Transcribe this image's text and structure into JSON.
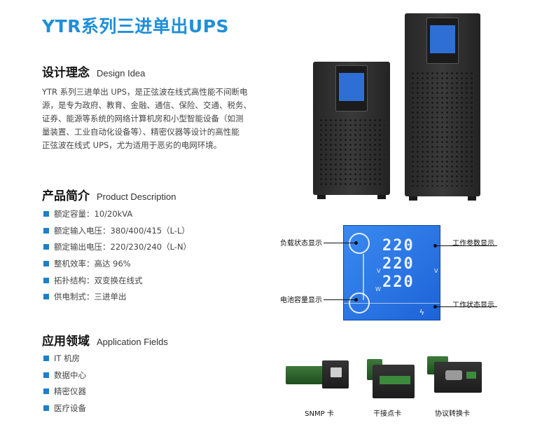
{
  "title": "YTR系列三进单出UPS",
  "design": {
    "heading_zh": "设计理念",
    "heading_en": "Design Idea",
    "lines": [
      "YTR 系列三进单出 UPS，是正弦波在线式高性能不间断电",
      "源，是专为政府、教育、金融、通信、保险、交通、税务、",
      "证券、能源等系统的网络计算机房和小型智能设备（如测",
      "量装置、工业自动化设备等）、精密仪器等设计的高性能",
      "正弦波在线式 UPS，尤为适用于恶劣的电网环境。"
    ]
  },
  "product": {
    "heading_zh": "产品简介",
    "heading_en": "Product Description",
    "items": [
      "额定容量：10/20kVA",
      "额定输入电压：380/400/415（L-L）",
      "额定输出电压：220/230/240（L-N）",
      "整机效率：高达 96%",
      "拓扑结构：双变换在线式",
      "供电制式：三进单出"
    ]
  },
  "application": {
    "heading_zh": "应用领域",
    "heading_en": "Application Fields",
    "items": [
      "IT 机房",
      "数据中心",
      "精密仪器",
      "医疗设备"
    ]
  },
  "lcd": {
    "digits": [
      "220",
      "220",
      "220"
    ],
    "units": [
      "V",
      "V",
      "W"
    ],
    "callouts": {
      "load": "负载状态显示",
      "battery": "电池容量显示",
      "params": "工作参数显示",
      "status": "工作状态显示"
    }
  },
  "cards": [
    {
      "label": "SNMP 卡"
    },
    {
      "label": "干接点卡"
    },
    {
      "label": "协议转换卡"
    }
  ],
  "colors": {
    "accent": "#1f8fd8",
    "bullet": "#1f7fc8",
    "lcd": "#2e6fd6"
  }
}
